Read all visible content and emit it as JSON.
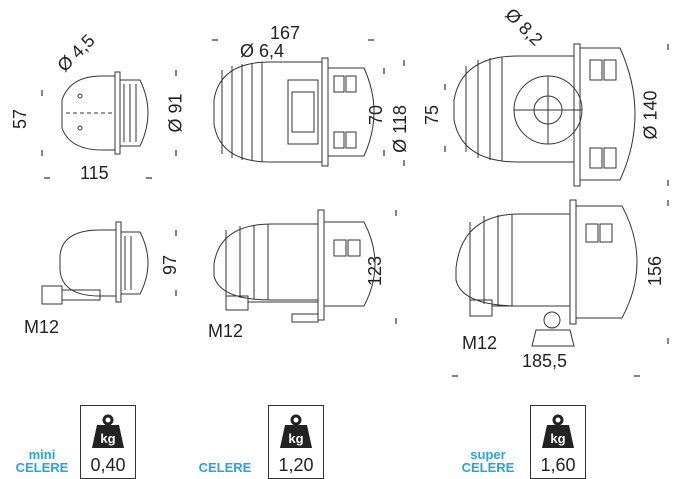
{
  "units": {
    "weight_icon_text": "kg"
  },
  "variants": [
    {
      "name_top": "mini",
      "name_bottom": "CELERE",
      "weight": "0,40"
    },
    {
      "name_top": "",
      "name_bottom": "CELERE",
      "weight": "1,20"
    },
    {
      "name_top": "super",
      "name_bottom": "CELERE",
      "weight": "1,60"
    }
  ],
  "dimensions": {
    "mini": {
      "d_hole": "Ø 4,5",
      "height_side": "57",
      "diameter": "Ø 91",
      "width": "115",
      "height_front": "97",
      "connector": "M12"
    },
    "celere": {
      "width": "167",
      "d_hole": "Ø 6,4",
      "height_side": "70",
      "diameter": "Ø 118",
      "height_front": "123",
      "connector": "M12"
    },
    "super": {
      "d_hole": "Ø 8,2",
      "height_side": "75",
      "diameter": "Ø 140",
      "height_front": "156",
      "width": "185,5",
      "connector": "M12"
    }
  },
  "colors": {
    "accent": "#2aa3dc",
    "line": "#333333"
  }
}
